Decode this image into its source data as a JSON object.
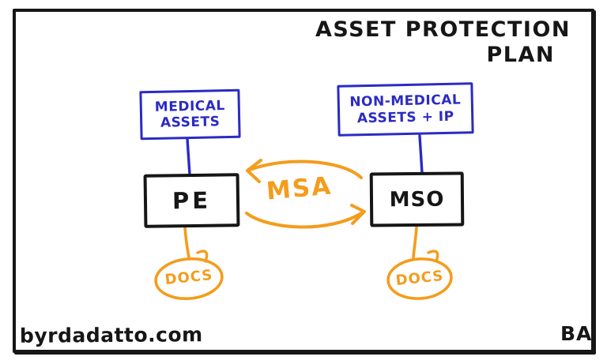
{
  "title": {
    "line1": "ASSET PROTECTION",
    "line2": "PLAN"
  },
  "diagram": {
    "medical_assets_box": {
      "label_line1": "MEDICAL",
      "label_line2": "ASSETS"
    },
    "non_medical_assets_box": {
      "label_line1": "NON-MEDICAL",
      "label_line2": "ASSETS + IP"
    },
    "pe_box": {
      "label": "PE"
    },
    "mso_box": {
      "label": "MSO"
    },
    "msa_label": "MSA",
    "docs_left_label": "DOCS",
    "docs_right_label": "DOCS"
  },
  "footer": {
    "website": "byrdadatto.com",
    "signature": "BA"
  },
  "colors": {
    "ink": "#161616",
    "blue": "#2b2bc4",
    "orange": "#f49c1c"
  }
}
